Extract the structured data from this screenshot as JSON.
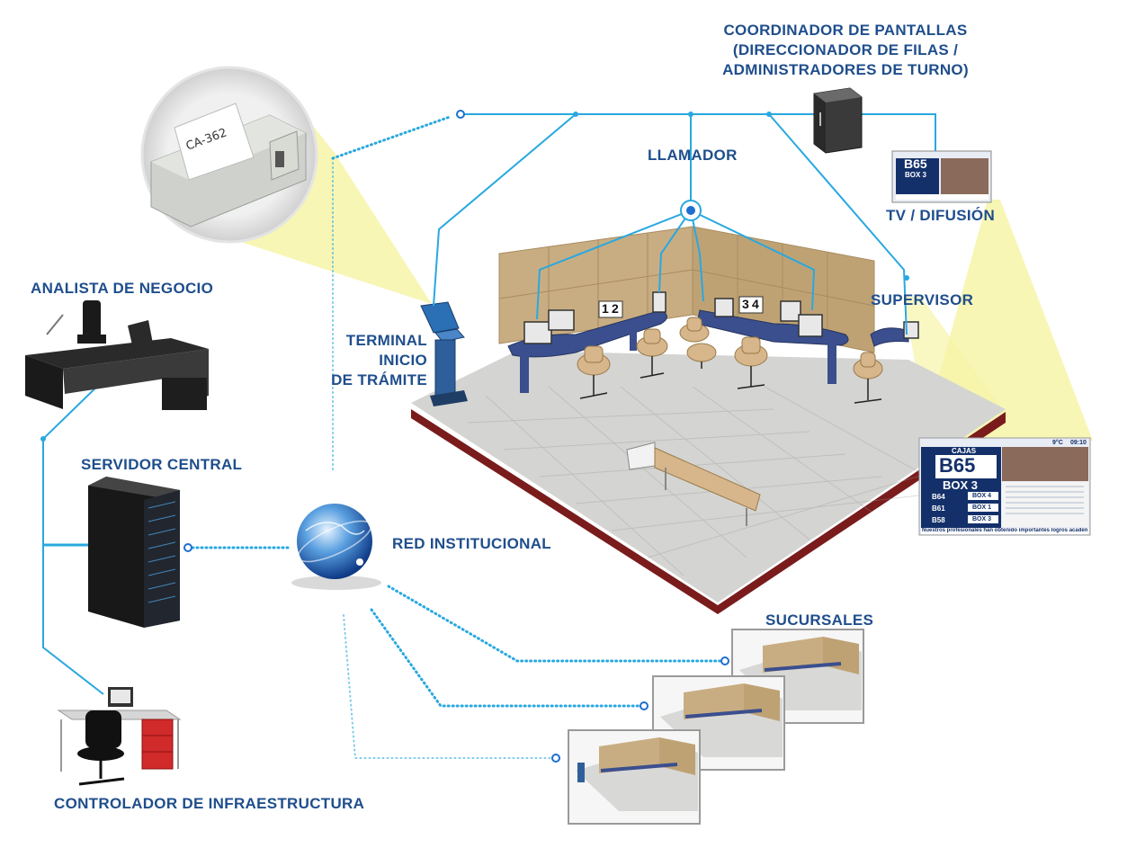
{
  "labels": {
    "coordinador": [
      "COORDINADOR DE PANTALLAS",
      "(DIRECCIONADOR DE FILAS /",
      "ADMINISTRADORES DE TURNO)"
    ],
    "llamador": "LLAMADOR",
    "tv": "TV / DIFUSIÓN",
    "supervisor": "SUPERVISOR",
    "analista": "ANALISTA DE NEGOCIO",
    "terminal": [
      "TERMINAL",
      "INICIO",
      "DE TRÁMITE"
    ],
    "servidor": "SERVIDOR CENTRAL",
    "red": "RED INSTITUCIONAL",
    "sucursales": "SUCURSALES",
    "controlador": "CONTROLADOR DE INFRAESTRUCTURA"
  },
  "printer_ticket": "CA-362",
  "desk_numbers": [
    "1",
    "2",
    "3",
    "4"
  ],
  "screen": {
    "section": "CAJAS",
    "current_ticket": "B65",
    "current_box": "BOX 3",
    "temperature": "9°C",
    "time": "09:10",
    "queue": [
      {
        "ticket": "B64",
        "box": "BOX 4"
      },
      {
        "ticket": "B61",
        "box": "BOX 1"
      },
      {
        "ticket": "B58",
        "box": "BOX 3"
      }
    ],
    "ticker": "Nuestros profesionales han obtenido importantes logros académicos"
  },
  "colors": {
    "label": "#1f4e8c",
    "line": "#29a8e0",
    "floor": "#d4d4d2",
    "floor_edge": "#7a1c1c",
    "partition": "#c9ad82",
    "desk": "#3b4f8e",
    "chair": "#d6b68a",
    "screen_bg": "#14306a",
    "beam": "#f6f4a8"
  }
}
